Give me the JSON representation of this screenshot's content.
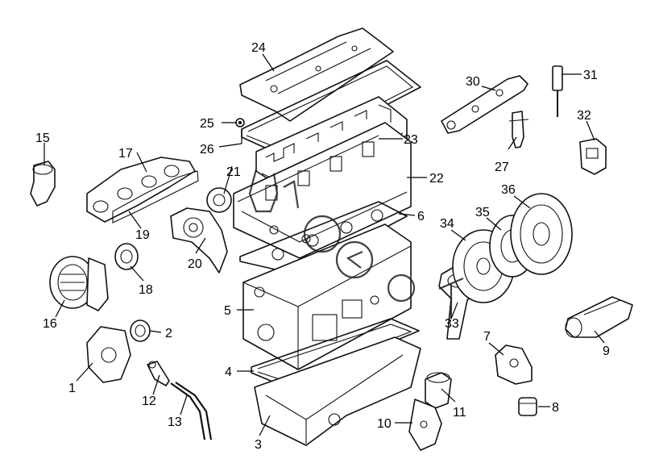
{
  "diagram": {
    "callouts": {
      "c1": "1",
      "c2": "2",
      "c3": "3",
      "c4": "4",
      "c5": "5",
      "c6": "6",
      "c7": "7",
      "c8": "8",
      "c9": "9",
      "c10": "10",
      "c11": "11",
      "c12": "12",
      "c13": "13",
      "c15": "15",
      "c16": "16",
      "c17": "17",
      "c18": "18",
      "c19": "19",
      "c20": "20",
      "c21": "21",
      "c22": "22",
      "c23": "23",
      "c24": "24",
      "c25": "25",
      "c26": "26",
      "c27": "27",
      "c30": "30",
      "c31": "31",
      "c32": "32",
      "c33": "33",
      "c34": "34",
      "c35": "35",
      "c36": "36"
    }
  }
}
